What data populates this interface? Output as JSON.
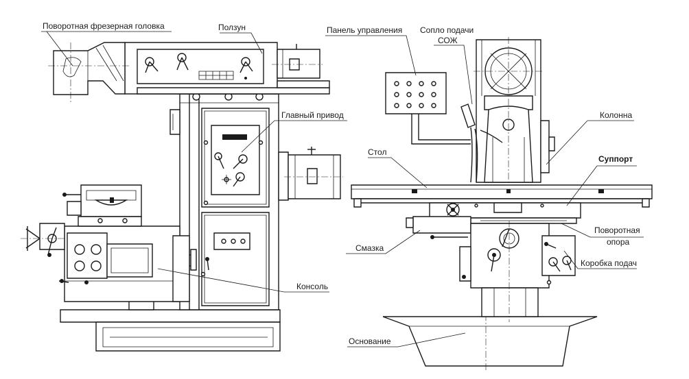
{
  "labels": {
    "milling_head": "Поворотная фрезерная головка",
    "ram": "Ползун",
    "main_drive": "Главный привод",
    "console": "Консоль",
    "control_panel": "Панель управления",
    "coolant_nozzle_1": "Сопло подачи",
    "coolant_nozzle_2": "СОЖ",
    "column": "Колонна",
    "table": "Стол",
    "support": "Суппорт",
    "swivel_1": "Поворотная",
    "swivel_2": "опора",
    "lubrication": "Смазка",
    "feed_box": "Коробка подач",
    "base": "Основание"
  }
}
